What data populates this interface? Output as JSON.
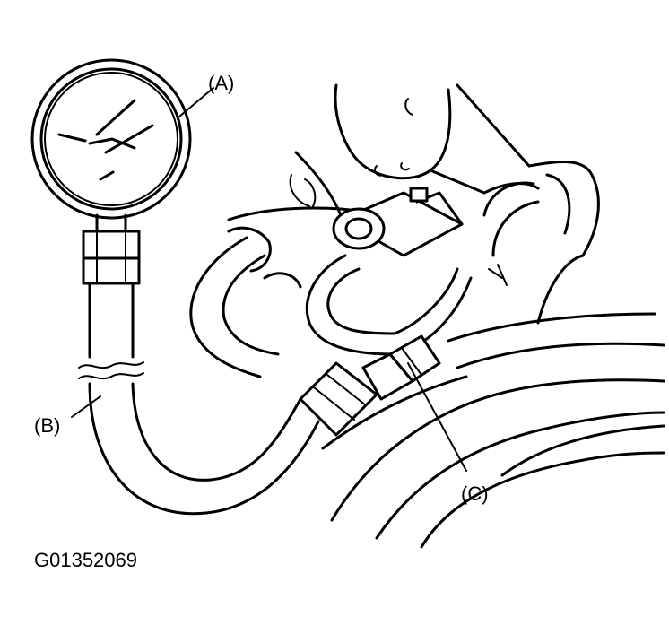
{
  "labels": {
    "a": "(A)",
    "b": "(B)",
    "c": "(C)"
  },
  "figure_code": "G01352069"
}
